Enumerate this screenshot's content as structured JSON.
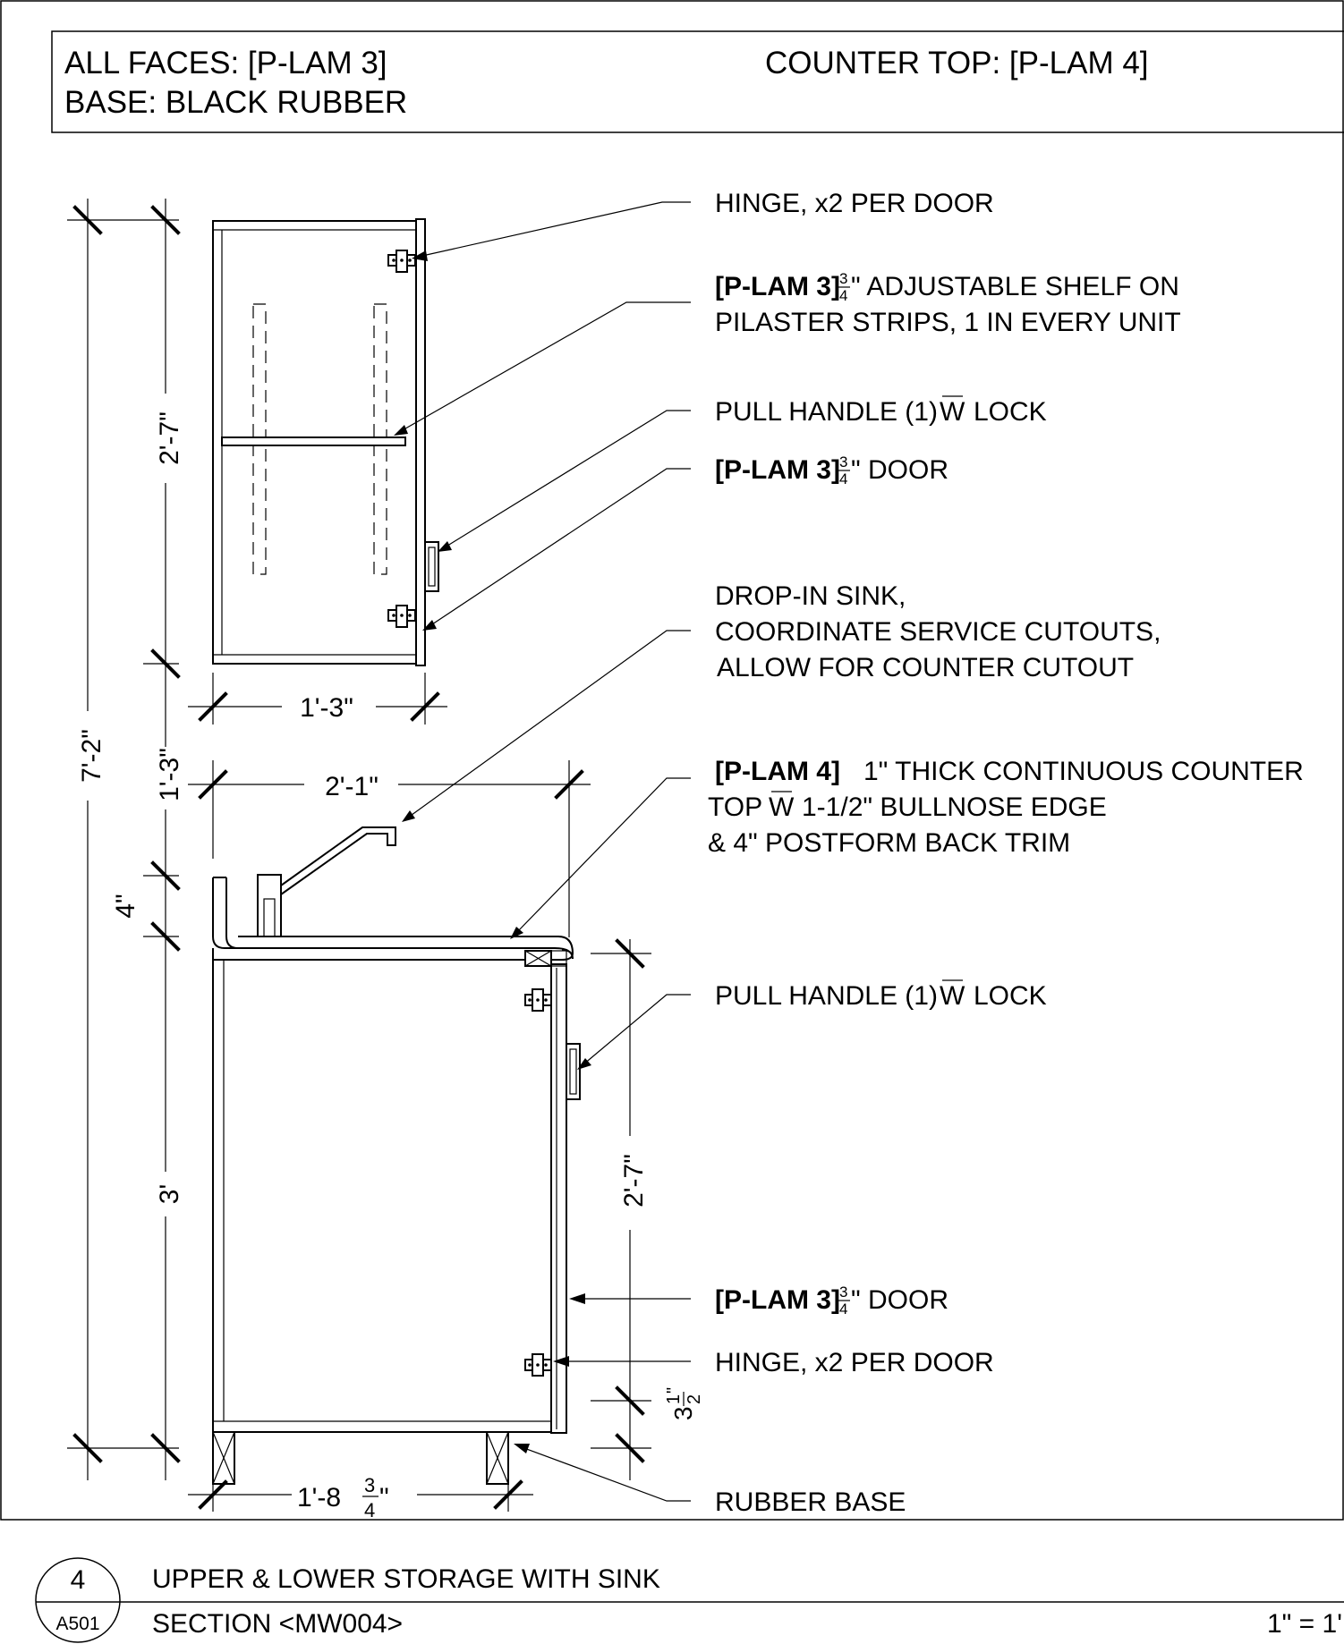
{
  "header": {
    "all_faces": "ALL FACES: [P-LAM 3]",
    "base": "BASE: BLACK RUBBER",
    "counter_top": "COUNTER TOP: [P-LAM 4]"
  },
  "dimensions": {
    "overall_height": "7'-2\"",
    "upper_height": "2'-7\"",
    "upper_width": "1'-3\"",
    "gap": "1'-3\"",
    "faucet_span": "2'-1\"",
    "backsplash": "4\"",
    "lower_height": "3'",
    "lower_door_height": "2'-7\"",
    "base_height_whole": "3",
    "base_height_num": "1",
    "base_height_den": "2",
    "base_height_unit": "\"",
    "lower_depth_whole": "1'-8",
    "lower_depth_num": "3",
    "lower_depth_den": "4",
    "lower_depth_unit": "\""
  },
  "notes": {
    "hinge_upper": "HINGE, x2 PER DOOR",
    "shelf_tag": "[P-LAM 3]",
    "shelf_frac_num": "3",
    "shelf_frac_den": "4",
    "shelf_line1_rest": "\" ADJUSTABLE SHELF ON",
    "shelf_line2": "PILASTER STRIPS, 1 IN EVERY UNIT",
    "pull_upper_a": "PULL HANDLE (1)",
    "pull_upper_w": "W",
    "pull_upper_b": "LOCK",
    "door_upper_tag": "[P-LAM 3]",
    "door_upper_num": "3",
    "door_upper_den": "4",
    "door_upper_rest": "\" DOOR",
    "sink_line1": "DROP-IN SINK,",
    "sink_line2": "COORDINATE SERVICE CUTOUTS,",
    "sink_line3": "ALLOW FOR COUNTER CUTOUT",
    "counter_tag": "[P-LAM 4]",
    "counter_line1_rest": "1\" THICK CONTINUOUS COUNTER",
    "counter_line2_a": "TOP",
    "counter_line2_w": "W",
    "counter_line2_b": "1-1/2\" BULLNOSE EDGE",
    "counter_line3": "& 4\" POSTFORM BACK TRIM",
    "pull_lower_a": "PULL HANDLE (1)",
    "pull_lower_w": "W",
    "pull_lower_b": "LOCK",
    "door_lower_tag": "[P-LAM 3]",
    "door_lower_num": "3",
    "door_lower_den": "4",
    "door_lower_rest": "\" DOOR",
    "hinge_lower": "HINGE, x2 PER DOOR",
    "rubber_base": "RUBBER BASE"
  },
  "title_block": {
    "detail_number": "4",
    "sheet_number": "A501",
    "title_line1": "UPPER & LOWER STORAGE WITH SINK",
    "title_line2": "SECTION <MW004>",
    "scale": "1\" = 1'"
  }
}
